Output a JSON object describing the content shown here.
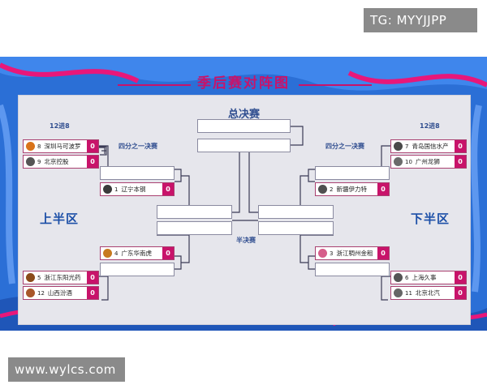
{
  "watermarks": {
    "top": "TG: MYYJJPP",
    "bottom": "www.wylcs.com"
  },
  "poster": {
    "title": "季后赛对阵图",
    "final_label": "总决赛",
    "semi_label": "半决赛",
    "upper_half_label": "上半区",
    "lower_half_label": "下半区",
    "left_round1_label": "12进8",
    "right_round1_label": "12进8",
    "left_quarter_label": "四分之一决赛",
    "right_quarter_label": "四分之一决赛",
    "colors": {
      "accent": "#c8136a",
      "label_blue": "#2f4d8f",
      "background_blue": "#2b6fd6"
    }
  },
  "teams": {
    "t8": {
      "seed": "8",
      "name": "深圳马可波罗",
      "score": "0",
      "logo_color": "#d9731a"
    },
    "t9": {
      "seed": "9",
      "name": "北京控股",
      "score": "0",
      "logo_color": "#555555"
    },
    "t1": {
      "seed": "1",
      "name": "辽宁本钢",
      "score": "0",
      "logo_color": "#3a3a3a"
    },
    "t4": {
      "seed": "4",
      "name": "广东华南虎",
      "score": "0",
      "logo_color": "#c77a1f"
    },
    "t5": {
      "seed": "5",
      "name": "浙江东阳光药",
      "score": "0",
      "logo_color": "#8a4b1a"
    },
    "t12": {
      "seed": "12",
      "name": "山西汾酒",
      "score": "0",
      "logo_color": "#a8572a"
    },
    "t7": {
      "seed": "7",
      "name": "青岛国信水产",
      "score": "0",
      "logo_color": "#4a4a4a"
    },
    "t10": {
      "seed": "10",
      "name": "广州龙狮",
      "score": "0",
      "logo_color": "#6b6b6b"
    },
    "t2": {
      "seed": "2",
      "name": "新疆伊力特",
      "score": "0",
      "logo_color": "#4f4f4f"
    },
    "t3": {
      "seed": "3",
      "name": "浙江稠州金租",
      "score": "0",
      "logo_color": "#d65d8a"
    },
    "t6": {
      "seed": "6",
      "name": "上海久事",
      "score": "0",
      "logo_color": "#555555"
    },
    "t11": {
      "seed": "11",
      "name": "北京北汽",
      "score": "0",
      "logo_color": "#666666"
    }
  }
}
